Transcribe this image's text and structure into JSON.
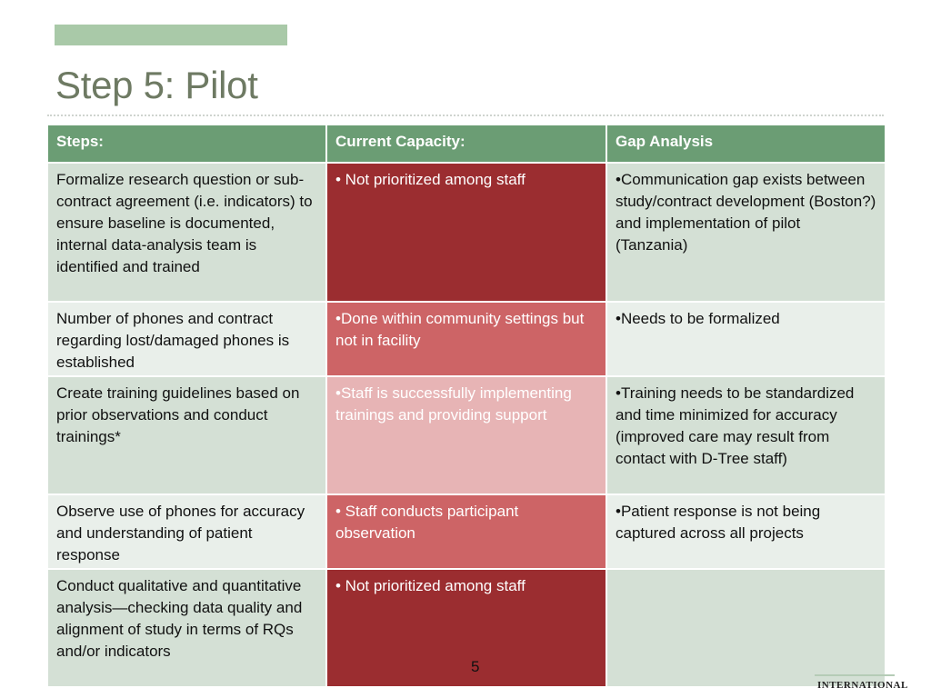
{
  "slide": {
    "title": "Step 5: Pilot",
    "page_number": "5",
    "logo_text": "INTERNATIONAL"
  },
  "table": {
    "headers": [
      "Steps:",
      "Current Capacity:",
      "Gap Analysis"
    ],
    "rows": [
      {
        "step": "Formalize research question or sub-contract agreement (i.e. indicators) to ensure baseline is documented, internal data-analysis team is identified and trained",
        "capacity": "• Not prioritized among staff",
        "gap": "•Communication gap exists between study/contract development (Boston?) and implementation of pilot (Tanzania)",
        "capacity_color": "#9b2d30"
      },
      {
        "step": "Number of phones and contract regarding lost/damaged phones is established",
        "capacity": "•Done within community settings but not in facility",
        "gap": "•Needs to  be formalized",
        "capacity_color": "#cd6466"
      },
      {
        "step": "Create training guidelines based on prior observations and conduct trainings*",
        "capacity": "•Staff is successfully implementing trainings and providing support",
        "gap": "•Training needs to be standardized and time minimized for accuracy (improved care may result from contact with D-Tree staff)",
        "capacity_color": "#e7b4b5"
      },
      {
        "step": "Observe use of phones for accuracy and understanding of patient response",
        "capacity": "• Staff conducts participant observation",
        "gap": "•Patient response is not being captured across all projects",
        "capacity_color": "#cd6466"
      },
      {
        "step": "Conduct qualitative and quantitative analysis—checking data quality and alignment of study in terms of RQs and/or indicators",
        "capacity": "• Not prioritized among staff",
        "gap": "",
        "capacity_color": "#9b2d30"
      }
    ]
  },
  "colors": {
    "header_bg": "#6b9d74",
    "title_color": "#6e7a63",
    "accent_bar": "#a9c9a8"
  }
}
